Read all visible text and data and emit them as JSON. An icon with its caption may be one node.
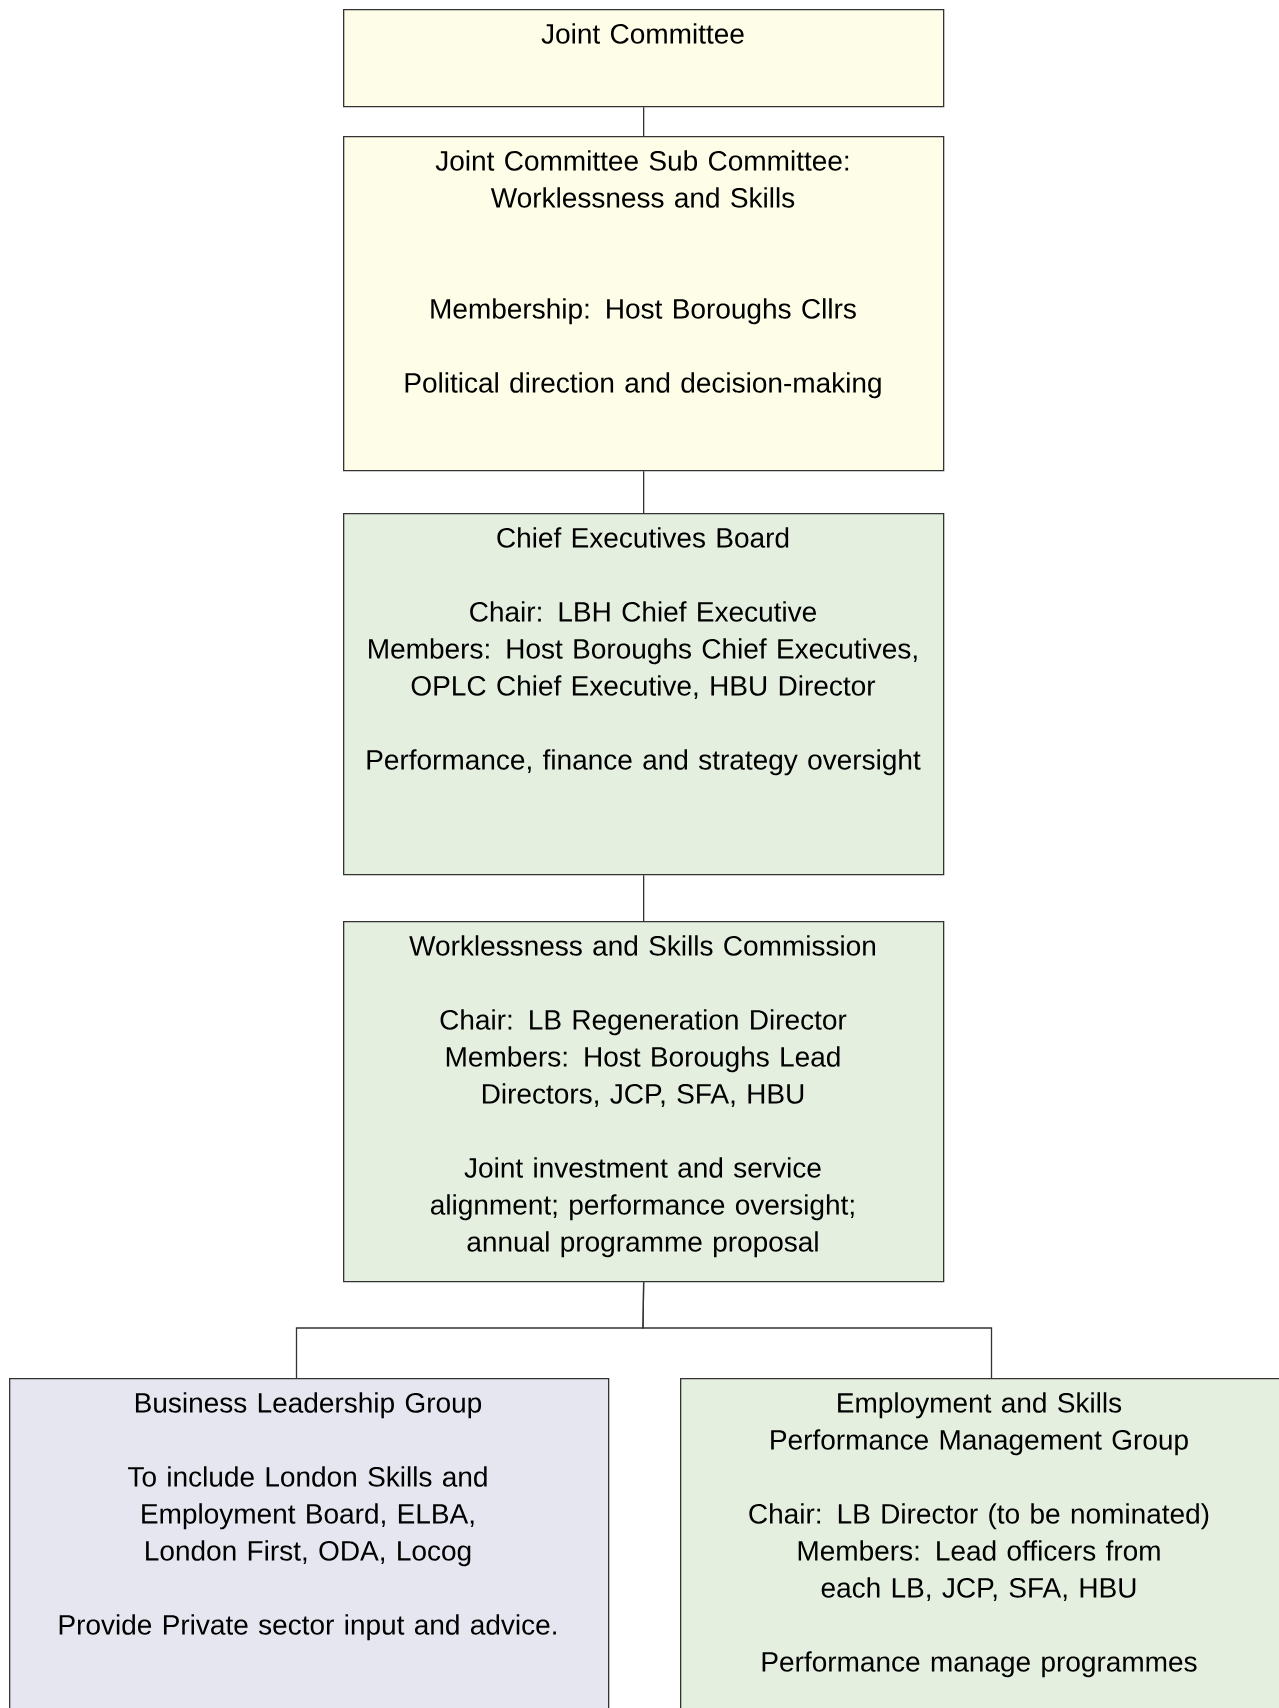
{
  "diagram": {
    "nodes": [
      {
        "text": [
          "Joint Committee"
        ]
      },
      {
        "text": [
          "Joint Committee Sub Committee: Worklessness and Skills",
          "Membership: Host Boroughs Cllrs",
          "Political direction and decision-making"
        ]
      },
      {
        "text": [
          "Chief Executives Board",
          "Chair: LBH Chief Executive",
          "Members: Host Boroughs Chief Executives, OPLC Chief Executive, HBU Director",
          "Performance, finance and strategy oversight"
        ]
      },
      {
        "text": [
          "Worklessness and Skills Commission",
          "Chair: LB Regeneration Director",
          "Members: Host Boroughs Lead Directors, JCP, SFA, HBU",
          "Joint investment and service alignment; performance oversight; annual programme proposal"
        ]
      },
      {
        "text": [
          "Business Leadership Group",
          "To include London Skills and Employment Board, ELBA, London First, ODA, Locog",
          "Provide Private sector input and advice."
        ]
      },
      {
        "text": [
          "Employment and Skills Performance Management Group",
          "Chair: LB Director (to be nominated)",
          "Members: Lead officers from each LB, JCP, SFA, HBU",
          "Performance manage programmes"
        ]
      }
    ],
    "edges": [
      {
        "from": 0,
        "to": 1,
        "arrow": "none"
      },
      {
        "from": 1,
        "to": 2,
        "arrow": "none"
      },
      {
        "from": 2,
        "to": 3,
        "arrow": "none"
      },
      {
        "from": 3,
        "to": 4,
        "arrow": "none"
      },
      {
        "from": 3,
        "to": 5,
        "arrow": "none"
      }
    ]
  }
}
